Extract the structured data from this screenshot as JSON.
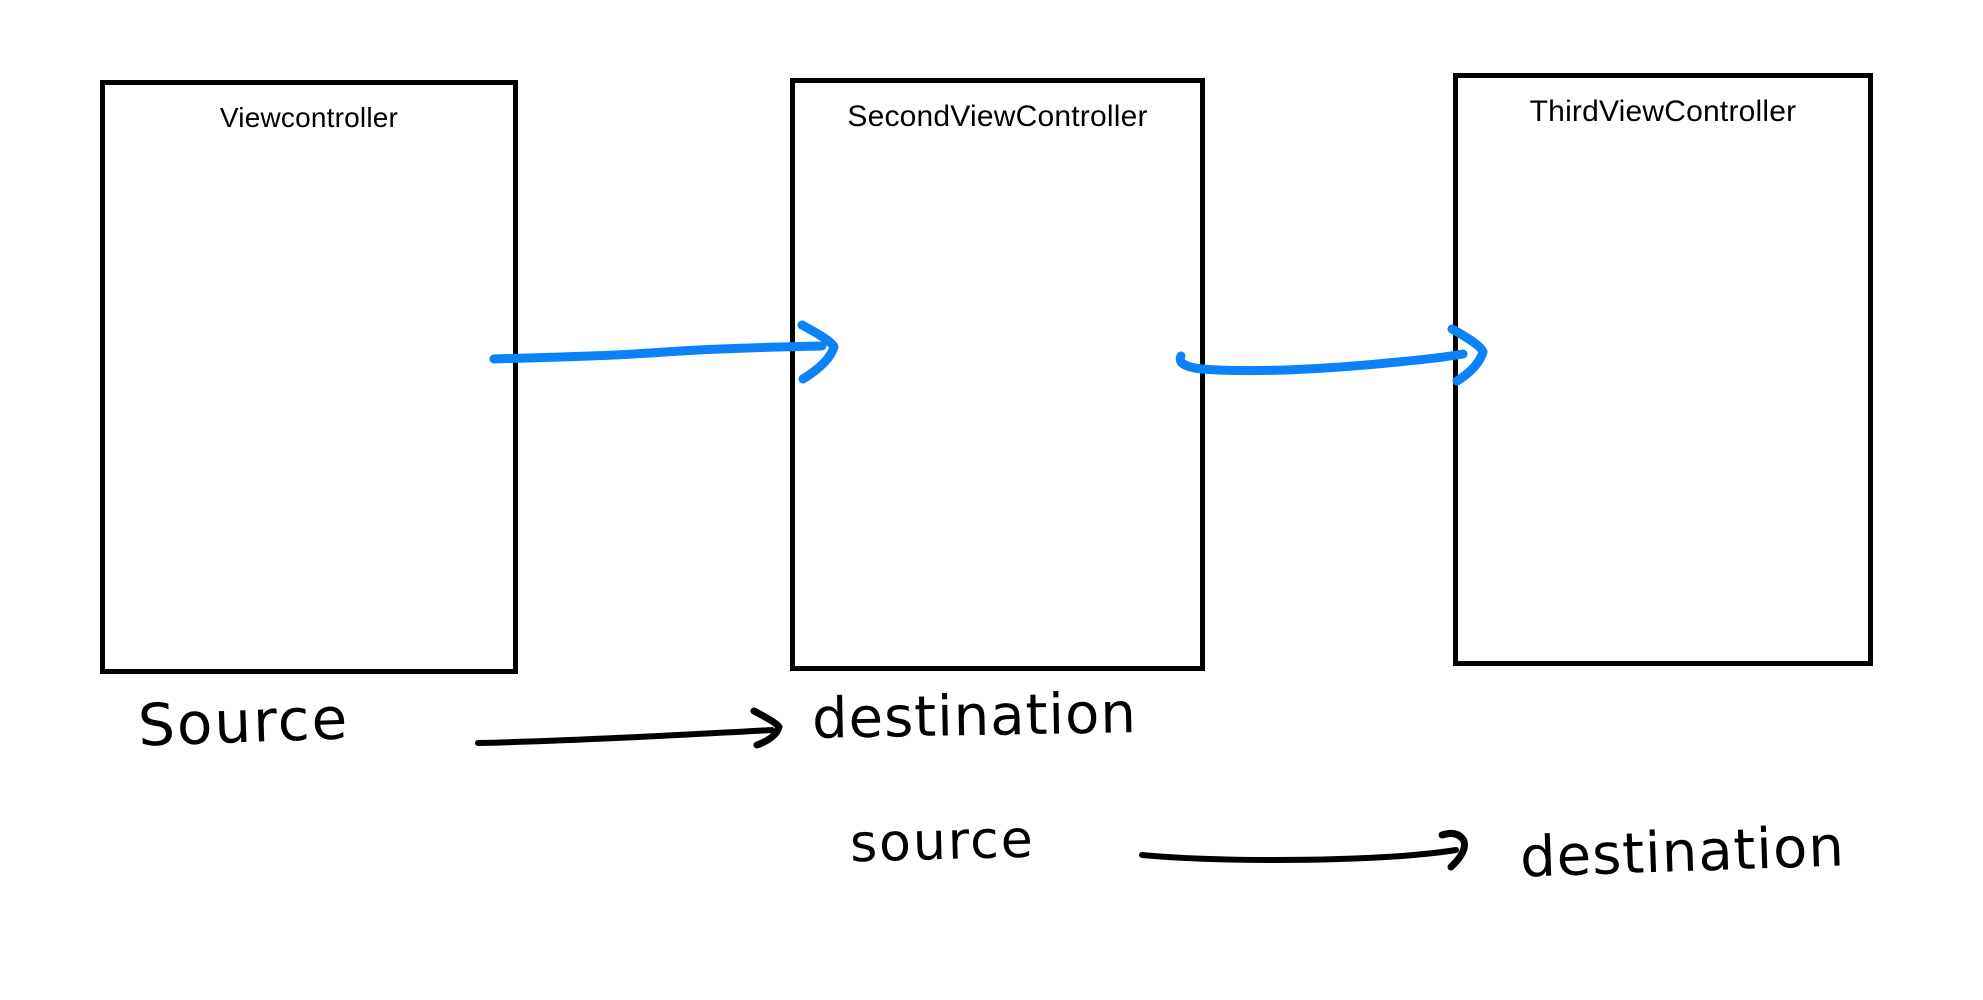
{
  "diagram": {
    "colors": {
      "background": "#ffffff",
      "ink": "#000000",
      "segue_blue": "#0b82f8"
    },
    "boxes": [
      {
        "label": "Viewcontroller"
      },
      {
        "label": "SecondViewController"
      },
      {
        "label": "ThirdViewController"
      }
    ],
    "annotations": [
      {
        "source": "Source",
        "destination": "destination"
      },
      {
        "source": "source",
        "destination": "destination"
      }
    ]
  }
}
